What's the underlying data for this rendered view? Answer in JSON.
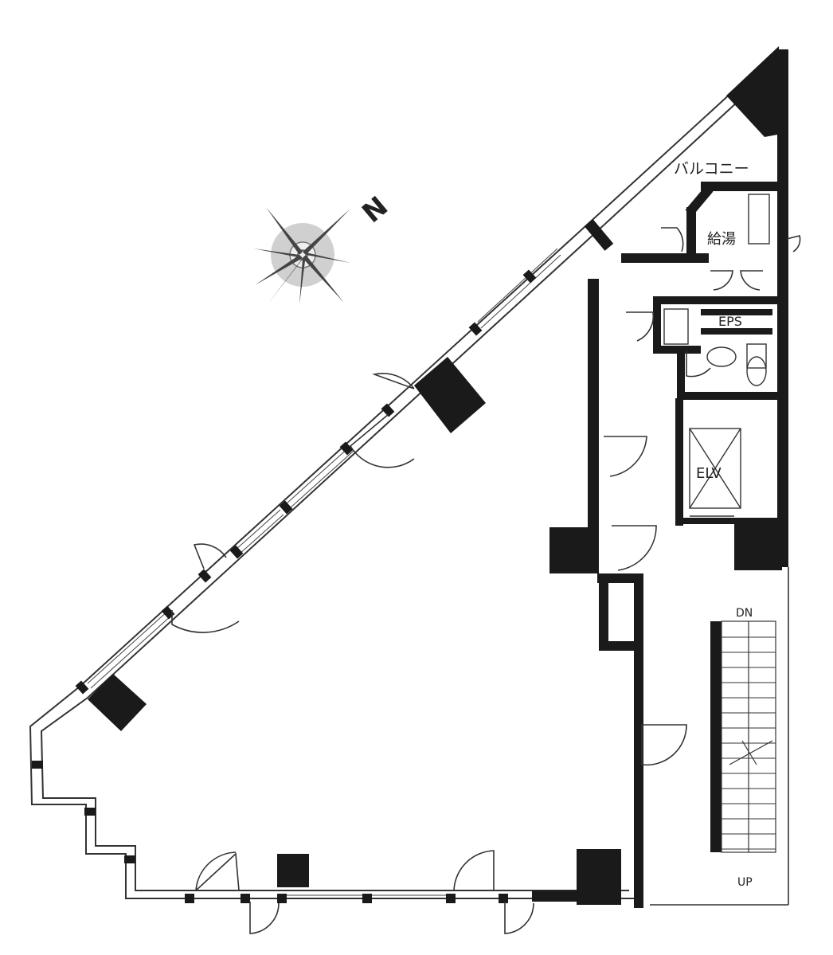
{
  "labels": {
    "balcony": "バルコニー",
    "kyuto": "給湯",
    "eps": "EPS",
    "elv": "ELV",
    "dn": "DN",
    "up": "UP",
    "north": "N"
  },
  "colors": {
    "wall": "#1a1a1a",
    "column": "#1a1a1a",
    "line": "#333333",
    "compass_fill": "#bbbbbb",
    "background": "#ffffff"
  }
}
